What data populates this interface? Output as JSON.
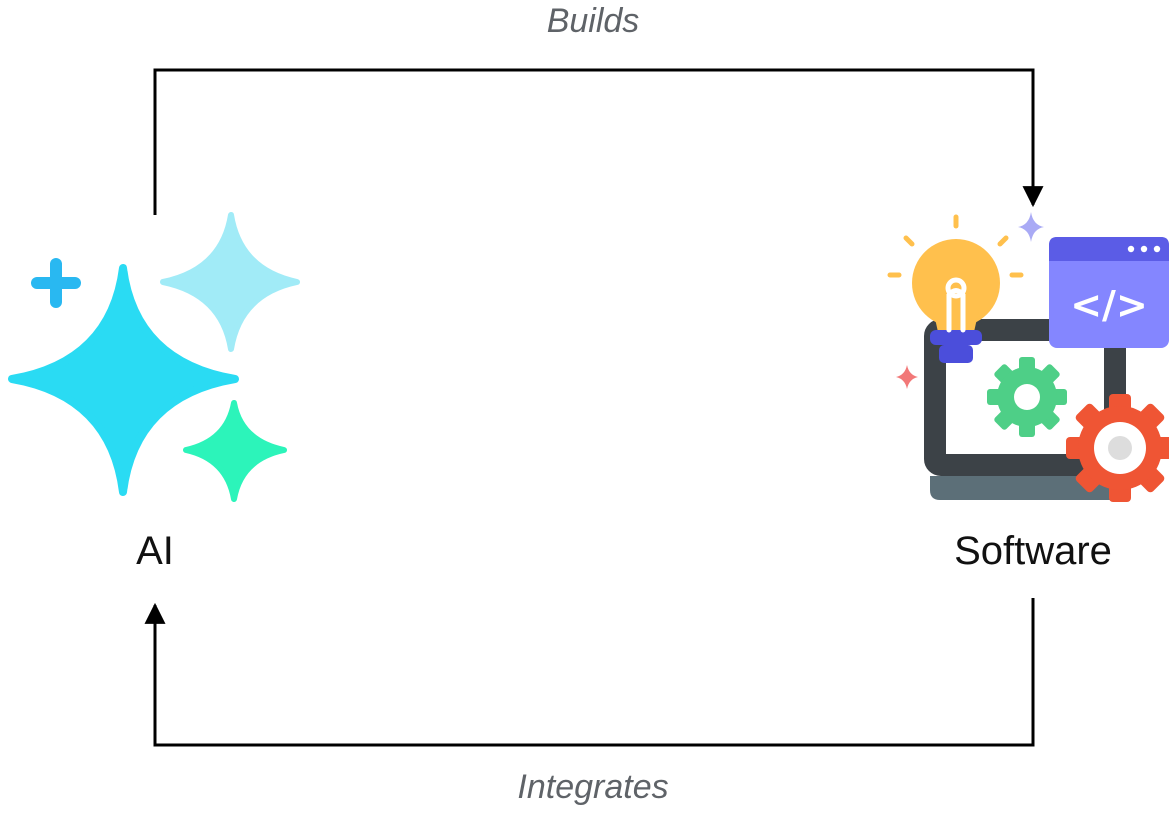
{
  "diagram": {
    "nodes": {
      "ai": {
        "label": "AI",
        "icon": "sparkles-icon"
      },
      "software": {
        "label": "Software",
        "icon": "software-development-icon",
        "code_symbol": "</>"
      }
    },
    "edges": {
      "builds": {
        "label": "Builds",
        "from": "ai",
        "to": "software"
      },
      "integrates": {
        "label": "Integrates",
        "from": "software",
        "to": "ai"
      }
    }
  },
  "colors": {
    "arrow": "#000000",
    "edge_label": "#5f6368",
    "sparkle_main": "#2ADBF3",
    "sparkle_light": "#A1EBF7",
    "sparkle_green": "#2CF4BA",
    "sparkle_blue": "#29B8F1",
    "bulb": "#FFC04D",
    "window": "#8486FF",
    "window_bar": "#5B5CE6",
    "gear_green": "#4ECF87",
    "gear_red": "#EF5534",
    "laptop": "#3C4247"
  }
}
